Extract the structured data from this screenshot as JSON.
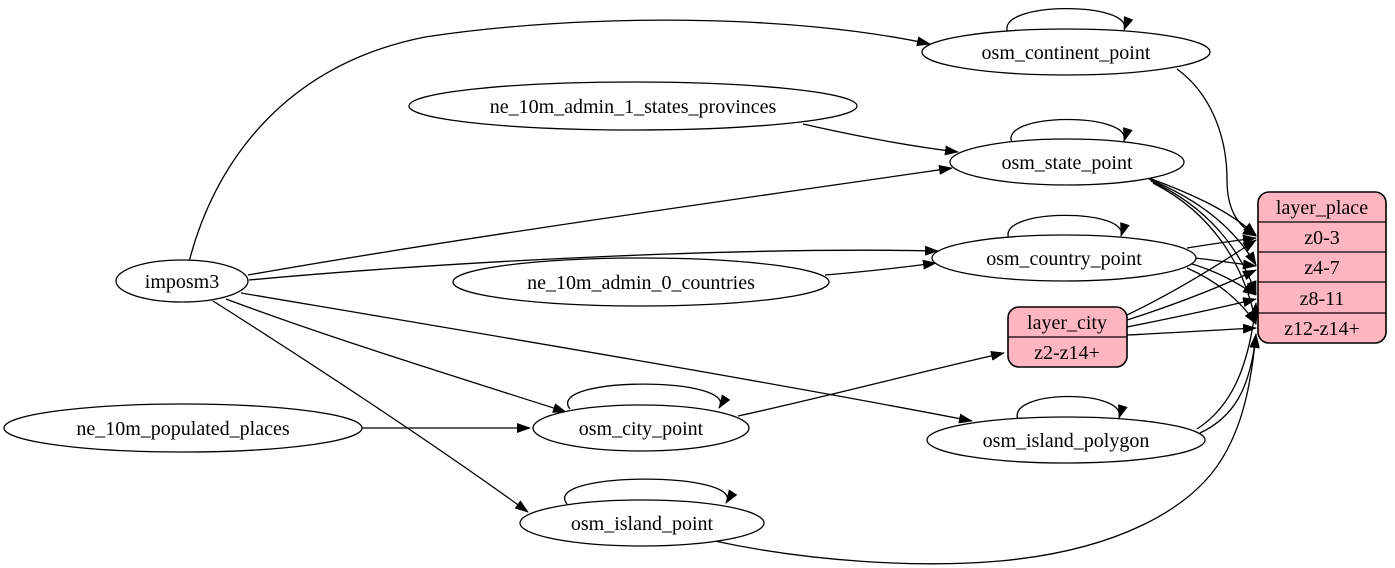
{
  "diagram": {
    "kind": "etl-graph",
    "colors": {
      "background": "#ffffff",
      "node_fill": "#ffffff",
      "record_fill": "#ffb6c1",
      "stroke": "#000000"
    },
    "nodes": {
      "imposm3": {
        "label": "imposm3"
      },
      "ne_10m_admin_1_states_provinces": {
        "label": "ne_10m_admin_1_states_provinces"
      },
      "ne_10m_admin_0_countries": {
        "label": "ne_10m_admin_0_countries"
      },
      "ne_10m_populated_places": {
        "label": "ne_10m_populated_places"
      },
      "osm_continent_point": {
        "label": "osm_continent_point"
      },
      "osm_state_point": {
        "label": "osm_state_point"
      },
      "osm_country_point": {
        "label": "osm_country_point"
      },
      "osm_city_point": {
        "label": "osm_city_point"
      },
      "osm_island_polygon": {
        "label": "osm_island_polygon"
      },
      "osm_island_point": {
        "label": "osm_island_point"
      }
    },
    "records": {
      "layer_place": {
        "title": "layer_place",
        "rows": [
          "z0-3",
          "z4-7",
          "z8-11",
          "z12-z14+"
        ]
      },
      "layer_city": {
        "title": "layer_city",
        "rows": [
          "z2-z14+"
        ]
      }
    },
    "edges": [
      {
        "from": "imposm3",
        "to": "osm_continent_point"
      },
      {
        "from": "imposm3",
        "to": "osm_state_point"
      },
      {
        "from": "imposm3",
        "to": "osm_country_point"
      },
      {
        "from": "imposm3",
        "to": "osm_city_point"
      },
      {
        "from": "imposm3",
        "to": "osm_island_polygon"
      },
      {
        "from": "imposm3",
        "to": "osm_island_point"
      },
      {
        "from": "ne_10m_admin_1_states_provinces",
        "to": "osm_state_point"
      },
      {
        "from": "ne_10m_admin_0_countries",
        "to": "osm_country_point"
      },
      {
        "from": "ne_10m_populated_places",
        "to": "osm_city_point"
      },
      {
        "from": "osm_continent_point",
        "to": "osm_continent_point"
      },
      {
        "from": "osm_state_point",
        "to": "osm_state_point"
      },
      {
        "from": "osm_country_point",
        "to": "osm_country_point"
      },
      {
        "from": "osm_city_point",
        "to": "osm_city_point"
      },
      {
        "from": "osm_island_polygon",
        "to": "osm_island_polygon"
      },
      {
        "from": "osm_island_point",
        "to": "osm_island_point"
      },
      {
        "from": "osm_continent_point",
        "to": "layer_place",
        "port": "z0-3"
      },
      {
        "from": "osm_state_point",
        "to": "layer_place",
        "port": "z0-3"
      },
      {
        "from": "osm_state_point",
        "to": "layer_place",
        "port": "z4-7"
      },
      {
        "from": "osm_state_point",
        "to": "layer_place",
        "port": "z8-11"
      },
      {
        "from": "osm_state_point",
        "to": "layer_place",
        "port": "z12-z14+"
      },
      {
        "from": "osm_country_point",
        "to": "layer_place",
        "port": "z0-3"
      },
      {
        "from": "osm_country_point",
        "to": "layer_place",
        "port": "z4-7"
      },
      {
        "from": "osm_country_point",
        "to": "layer_place",
        "port": "z8-11"
      },
      {
        "from": "osm_country_point",
        "to": "layer_place",
        "port": "z12-z14+"
      },
      {
        "from": "osm_city_point",
        "to": "layer_city",
        "port": "z2-z14+"
      },
      {
        "from": "layer_city",
        "to": "layer_place",
        "port": "z0-3"
      },
      {
        "from": "layer_city",
        "to": "layer_place",
        "port": "z4-7"
      },
      {
        "from": "layer_city",
        "to": "layer_place",
        "port": "z8-11"
      },
      {
        "from": "layer_city",
        "to": "layer_place",
        "port": "z12-z14+"
      },
      {
        "from": "osm_island_polygon",
        "to": "layer_place",
        "port": "z8-11"
      },
      {
        "from": "osm_island_polygon",
        "to": "layer_place",
        "port": "z12-z14+"
      },
      {
        "from": "osm_island_point",
        "to": "layer_place",
        "port": "z12-z14+"
      }
    ]
  }
}
